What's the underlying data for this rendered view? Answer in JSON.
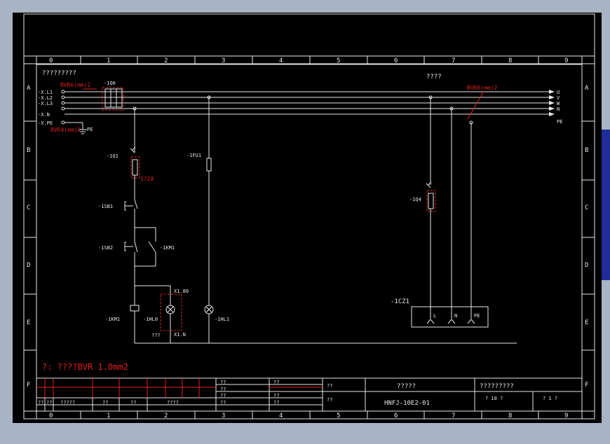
{
  "columns": [
    "0",
    "1",
    "2",
    "3",
    "4",
    "5",
    "6",
    "7",
    "8",
    "9"
  ],
  "rows": [
    "A",
    "B",
    "C",
    "D",
    "E",
    "F"
  ],
  "header": {
    "left_title": "?????????",
    "right_title": "????"
  },
  "supply": {
    "inputs": [
      "-X.L1",
      "-X.L2",
      "-X.L3",
      "-X.N",
      "-X.PE"
    ],
    "outputs": [
      "U",
      "V",
      "W",
      "N",
      "PE"
    ],
    "breaker": "-1Q0",
    "cable_in": "BVR6(mm)2",
    "cable_pe": "BVR4(mm)2",
    "cable_out": "BVR6(mm)2",
    "pe_label": "PE"
  },
  "components": {
    "q1": "-1Q1",
    "q1_rating": "1?2A",
    "fu1": "-1FU1",
    "sb1": "-1SB1",
    "sb2": "-1SB2",
    "km1_contact": "-1KM1",
    "km1_coil": "-1KM1",
    "hl0": "-1HL0",
    "hl1": "-1HL1",
    "x1_80": "X1.80",
    "x1_n": "X1.N",
    "hl0_note": "???",
    "q4": "-1Q4",
    "cz1": "-1CZ1",
    "cz1_terms": [
      "L",
      "N",
      "PE"
    ]
  },
  "note": "?: ????BVR  1.0mm2",
  "title_block": {
    "drawing_name": "?????",
    "drawing_no": "HNFJ-10E2-01",
    "company": "?????????",
    "sheet_total": "? 10 ?",
    "sheet_no": "? 1 ?",
    "small_cells": [
      "??",
      "??",
      "??",
      "??",
      "??",
      "??",
      "??",
      "??",
      "??"
    ],
    "bottom_cells": [
      "??",
      "??",
      "?????",
      "??",
      "??",
      "????"
    ]
  }
}
